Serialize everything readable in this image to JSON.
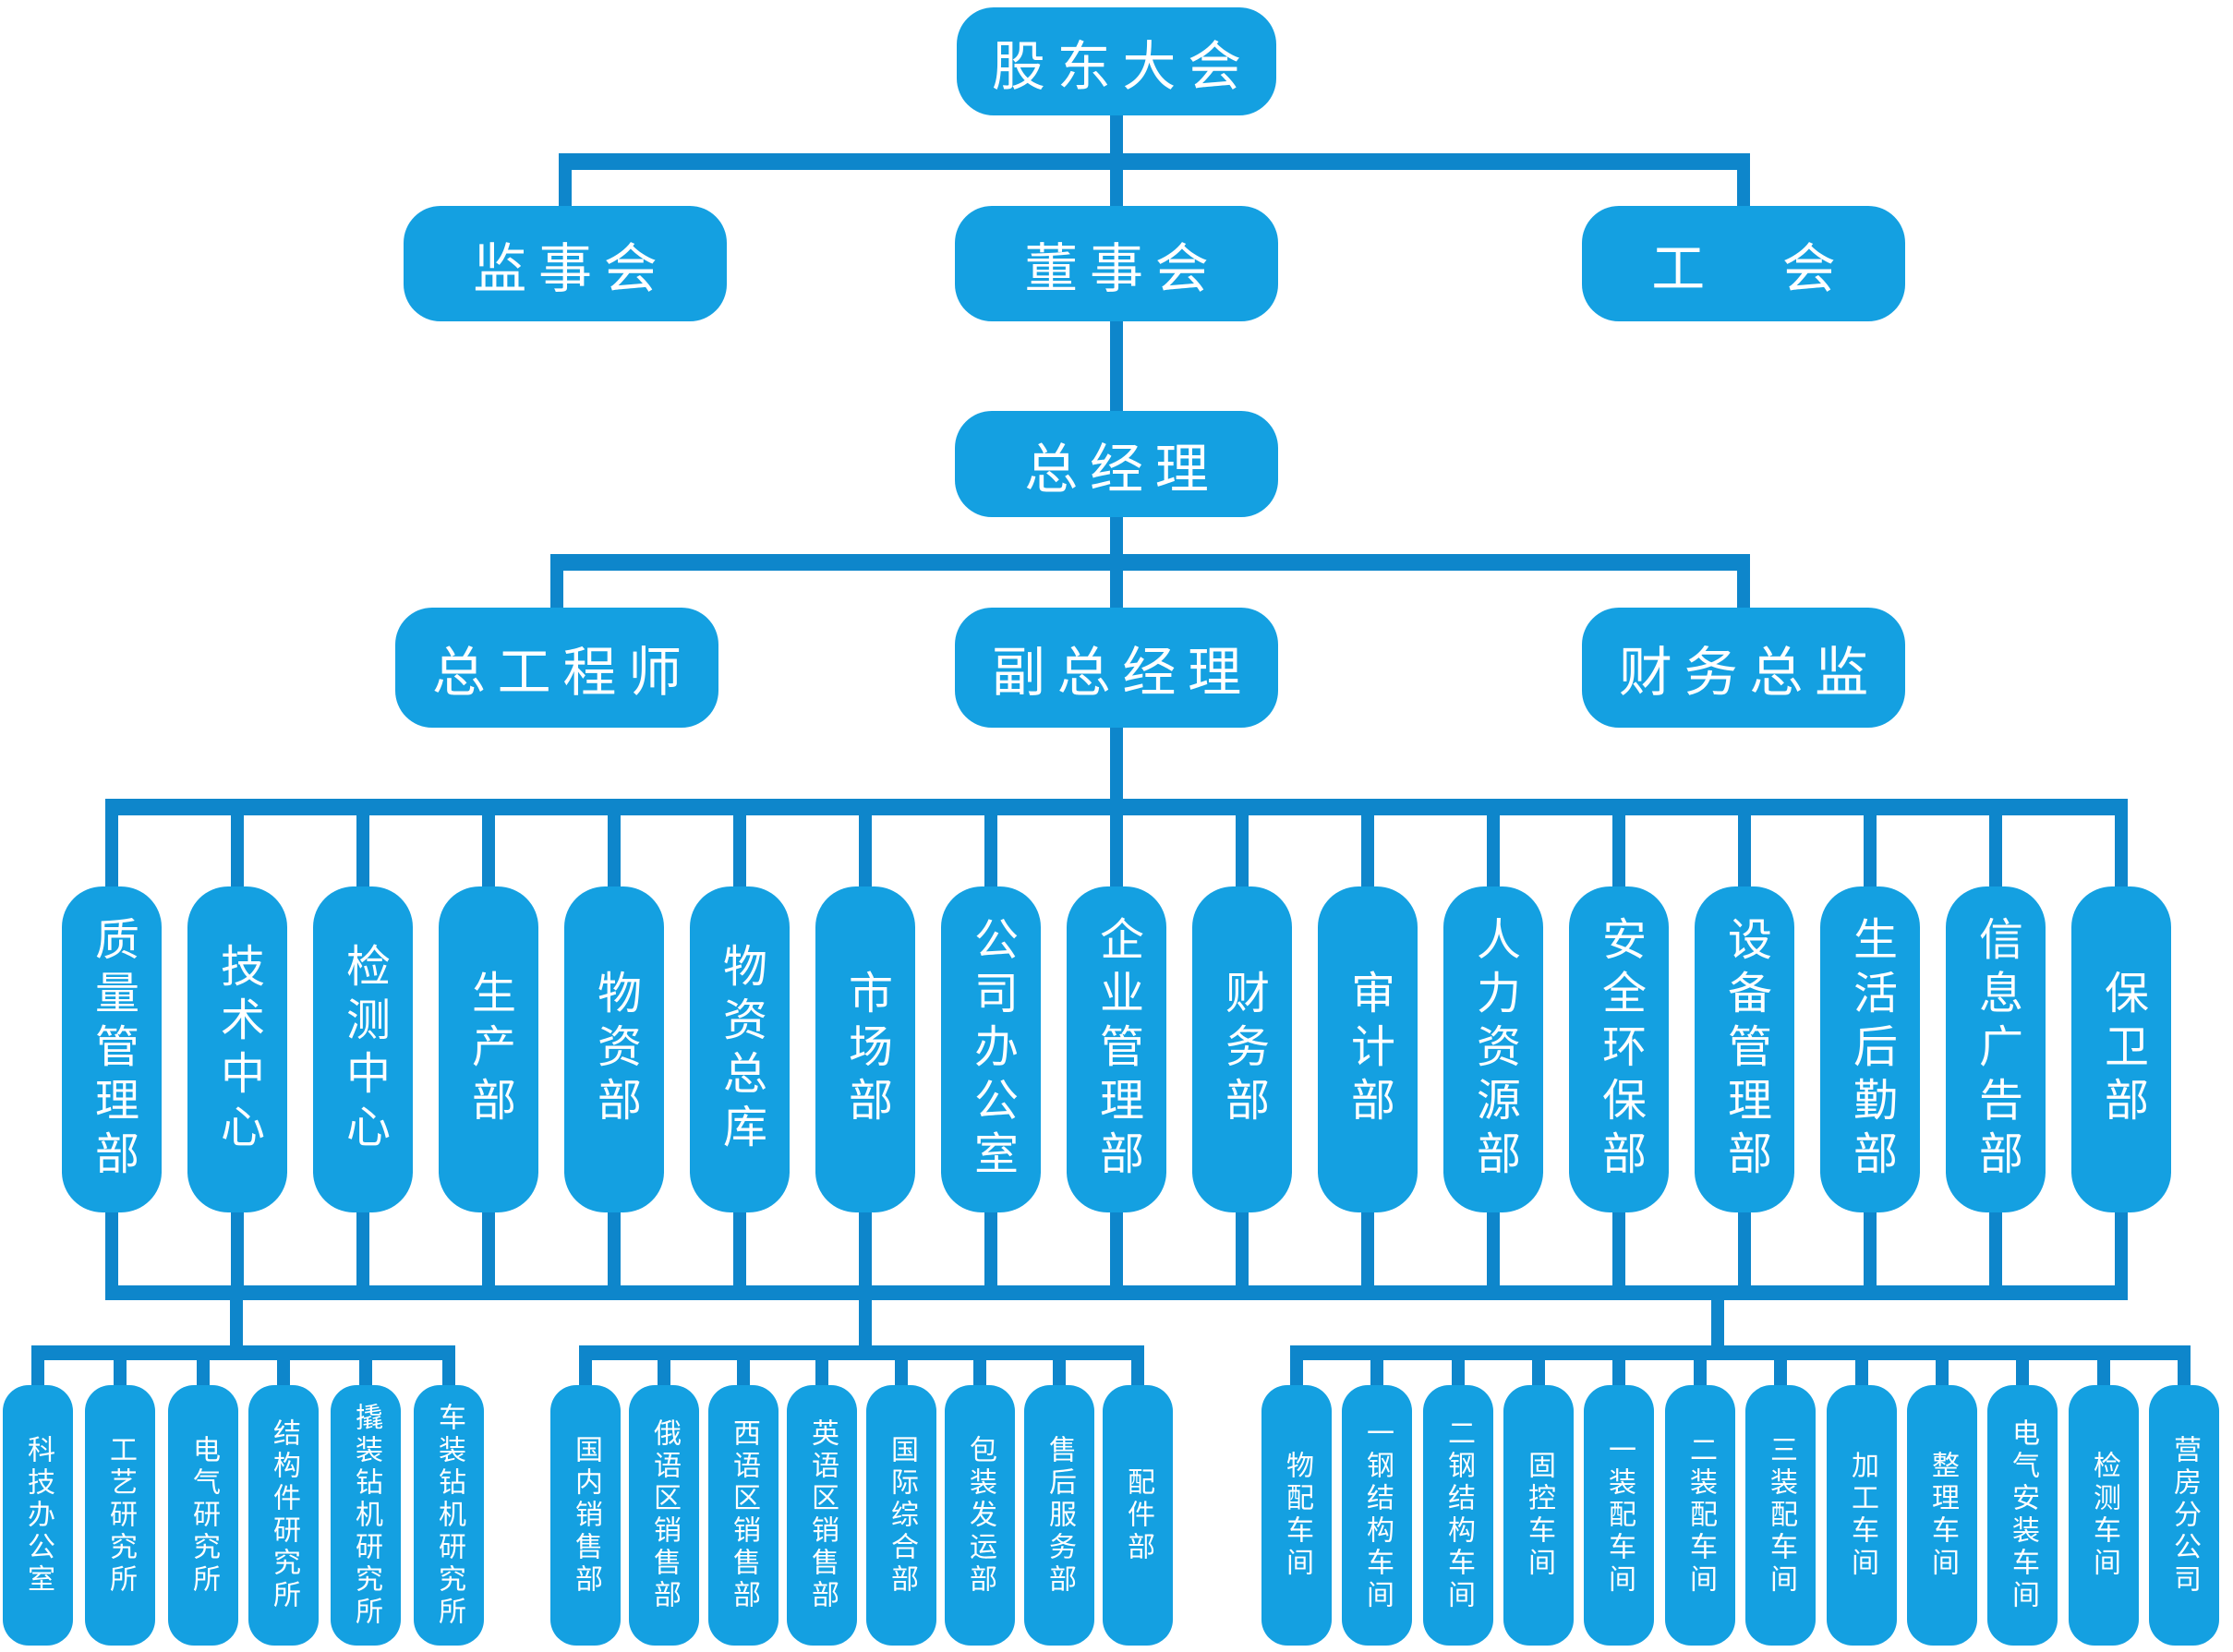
{
  "org": {
    "level1": {
      "label": "股东大会"
    },
    "level2": [
      {
        "label": "监事会"
      },
      {
        "label": "董事会"
      },
      {
        "label": "工　会"
      }
    ],
    "level3": {
      "label": "总经理"
    },
    "level4": [
      {
        "label": "总工程师"
      },
      {
        "label": "副总经理"
      },
      {
        "label": "财务总监"
      }
    ],
    "departments": [
      "质量管理部",
      "技术中心",
      "检测中心",
      "生产部",
      "物资部",
      "物资总库",
      "市场部",
      "公司办公室",
      "企业管理部",
      "财务部",
      "审计部",
      "人力资源部",
      "安全环保部",
      "设备管理部",
      "生活后勤部",
      "信息广告部",
      "保卫部"
    ],
    "groups": {
      "research": [
        "科技办公室",
        "工艺研究所",
        "电气研究所",
        "结构件研究所",
        "撬装钻机研究所",
        "车装钻机研究所"
      ],
      "sales": [
        "国内销售部",
        "俄语区销售部",
        "西语区销售部",
        "英语区销售部",
        "国际综合部",
        "包装发运部",
        "售后服务部",
        "配件部"
      ],
      "workshops": [
        "物配车间",
        "一钢结构车间",
        "二钢结构车间",
        "固控车间",
        "一装配车间",
        "二装配车间",
        "三装配车间",
        "加工车间",
        "整理车间",
        "电气安装车间",
        "检测车间",
        "营房分公司"
      ]
    },
    "colors": {
      "box_fill": "#14A0E1",
      "connector": "#0E86CB",
      "text": "#FFFFFF"
    }
  }
}
